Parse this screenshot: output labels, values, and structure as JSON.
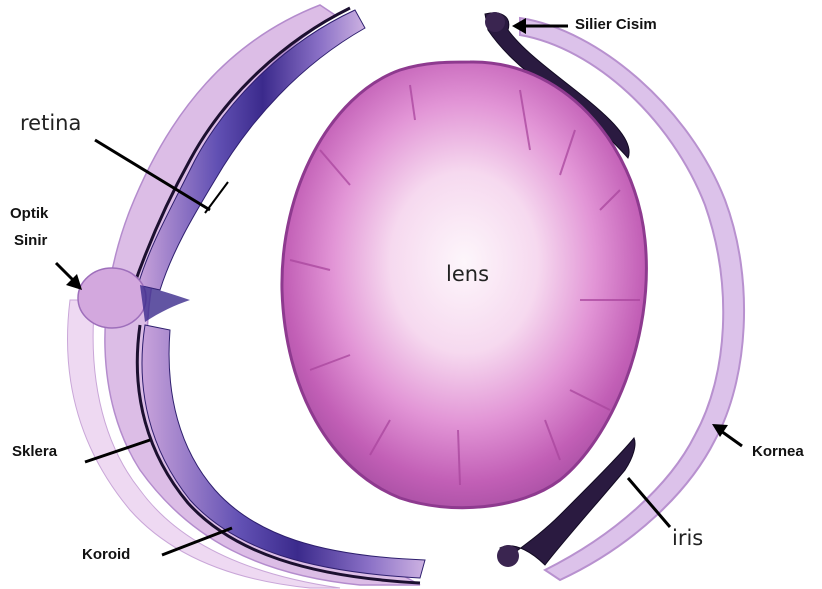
{
  "labels": {
    "retina": "retina",
    "optik_sinir_line1": "Optik",
    "optik_sinir_line2": "Sinir",
    "sklera": "Sklera",
    "koroid": "Koroid",
    "lens": "lens",
    "silier_cisim": "Silier Cisim",
    "kornea": "Kornea",
    "iris": "iris"
  },
  "colors": {
    "background": "#ffffff",
    "lens_center": "#fbf3f8",
    "lens_edge": "#a83c9e",
    "lens_rim": "#8e3a8f",
    "retina_dark": "#3b2a8c",
    "retina_mid": "#6b5bb8",
    "sclera": "#d6b7e0",
    "choroid": "#1c1030",
    "cornea": "#dcc2ea",
    "cornea_edge": "#b891cf",
    "text": "#111111",
    "arrow": "#000000"
  },
  "icons": [
    "arrow-optik-icon",
    "arrow-silier-icon",
    "arrow-kornea-icon"
  ]
}
